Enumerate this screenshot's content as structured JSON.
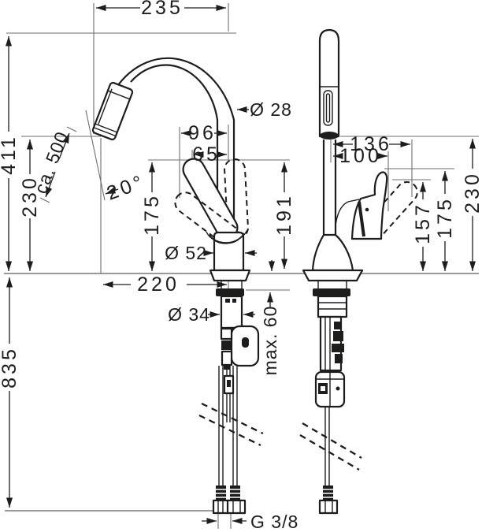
{
  "drawing": {
    "background": "#ffffff",
    "line_color": "#1d1d1b",
    "reference_line_color": "#8c8c8c",
    "subject": "kitchen mixer tap with pull-out spray, front and side dimension views"
  },
  "dimensions": {
    "front_view": {
      "spout_reach": "235",
      "total_height_above_deck": "411",
      "outlet_height": "230",
      "pullout_hose_extension": "ca. 500",
      "spray_angle": "20°",
      "spout_tube_diameter": "Ø 28",
      "handle_swing_reach_open": "96",
      "handle_reach": "65",
      "handle_height": "175",
      "handle_top_height": "191",
      "body_diameter": "Ø 52",
      "reach_at_deck": "220",
      "mounting_hole_diameter": "Ø 34",
      "max_deck_thickness": "max. 60",
      "hose_length_below_deck": "835",
      "supply_connection_thread": "G 3/8"
    },
    "side_view": {
      "handle_tip_offset_open": "136",
      "handle_tip_offset": "100",
      "handle_height": "157",
      "handle_height_open": "175",
      "outlet_height": "230"
    }
  }
}
